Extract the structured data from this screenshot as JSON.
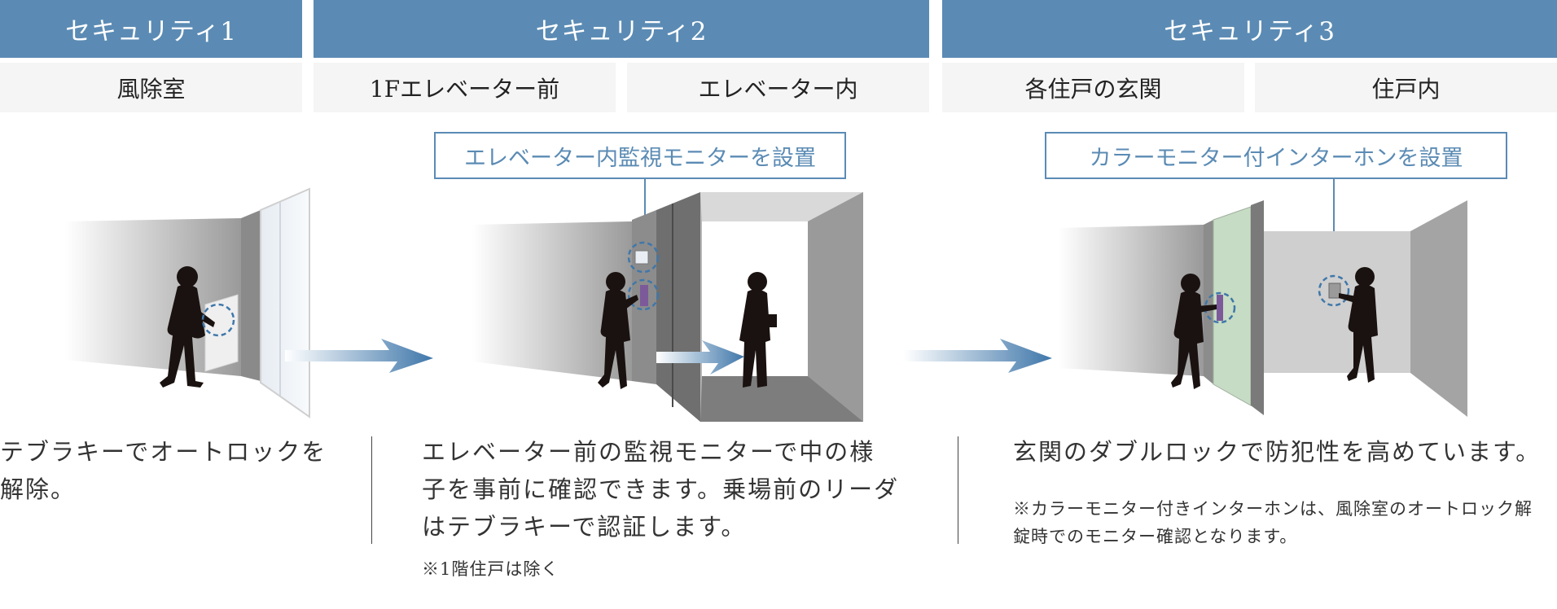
{
  "sections": [
    {
      "title": "セキュリティ1",
      "subs": [
        "風除室"
      ]
    },
    {
      "title": "セキュリティ2",
      "subs": [
        "1Fエレベーター前",
        "エレベーター内"
      ]
    },
    {
      "title": "セキュリティ3",
      "subs": [
        "各住戸の玄関",
        "住戸内"
      ]
    }
  ],
  "callouts": {
    "elevator_monitor": "エレベーター内監視モニターを設置",
    "color_intercom": "カラーモニター付インターホンを設置"
  },
  "descriptions": {
    "s1": [
      "テブラキーでオートロックを",
      "解除。"
    ],
    "s2": [
      "エレベーター前の監視モニターで中の様",
      "子を事前に確認できます。乗場前のリーダ",
      "はテブラキーで認証します。"
    ],
    "s3": [
      "玄関のダブルロックで防犯性を高めています。"
    ]
  },
  "notes": {
    "s2": "※1階住戸は除く",
    "s3": [
      "※カラーモニター付きインターホンは、風除室のオートロック解",
      "錠時でのモニター確認となります。"
    ]
  },
  "colors": {
    "header": "#5b8bb4",
    "arrow": "#3f77aa",
    "callout": "#5b8bb4",
    "door_glass": "#c6dcc4"
  }
}
